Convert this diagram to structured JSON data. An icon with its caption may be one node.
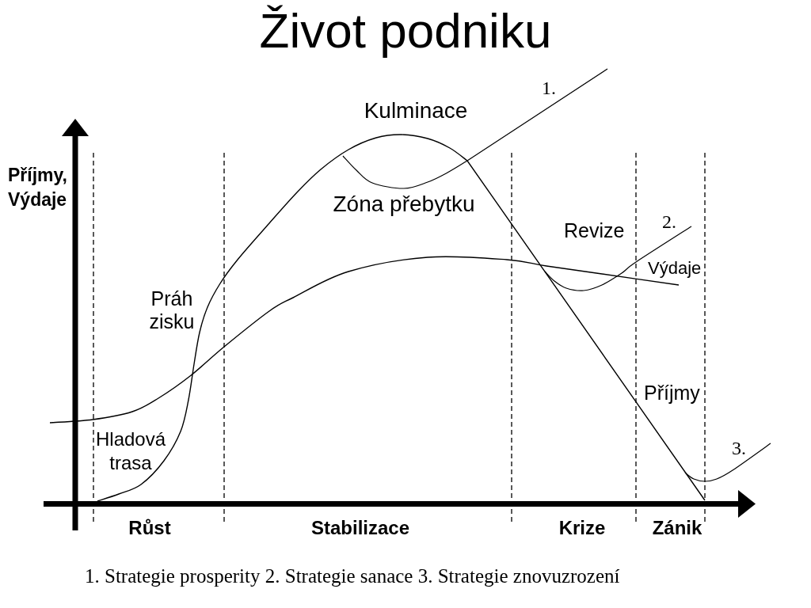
{
  "diagram": {
    "title": "Život podniku",
    "caption": "1. Strategie prosperity 2. Strategie sanace 3. Strategie znovuzrození",
    "labels": [
      "Příjmy, Výdaje",
      "Kulminace",
      "1.",
      "Zóna přebytku",
      "Revize",
      "2.",
      "Výdaje",
      "Práh zisku",
      "Příjmy",
      "Hladová trasa",
      "3.",
      "Růst",
      "Stabilizace",
      "Krize",
      "Zánik"
    ]
  }
}
